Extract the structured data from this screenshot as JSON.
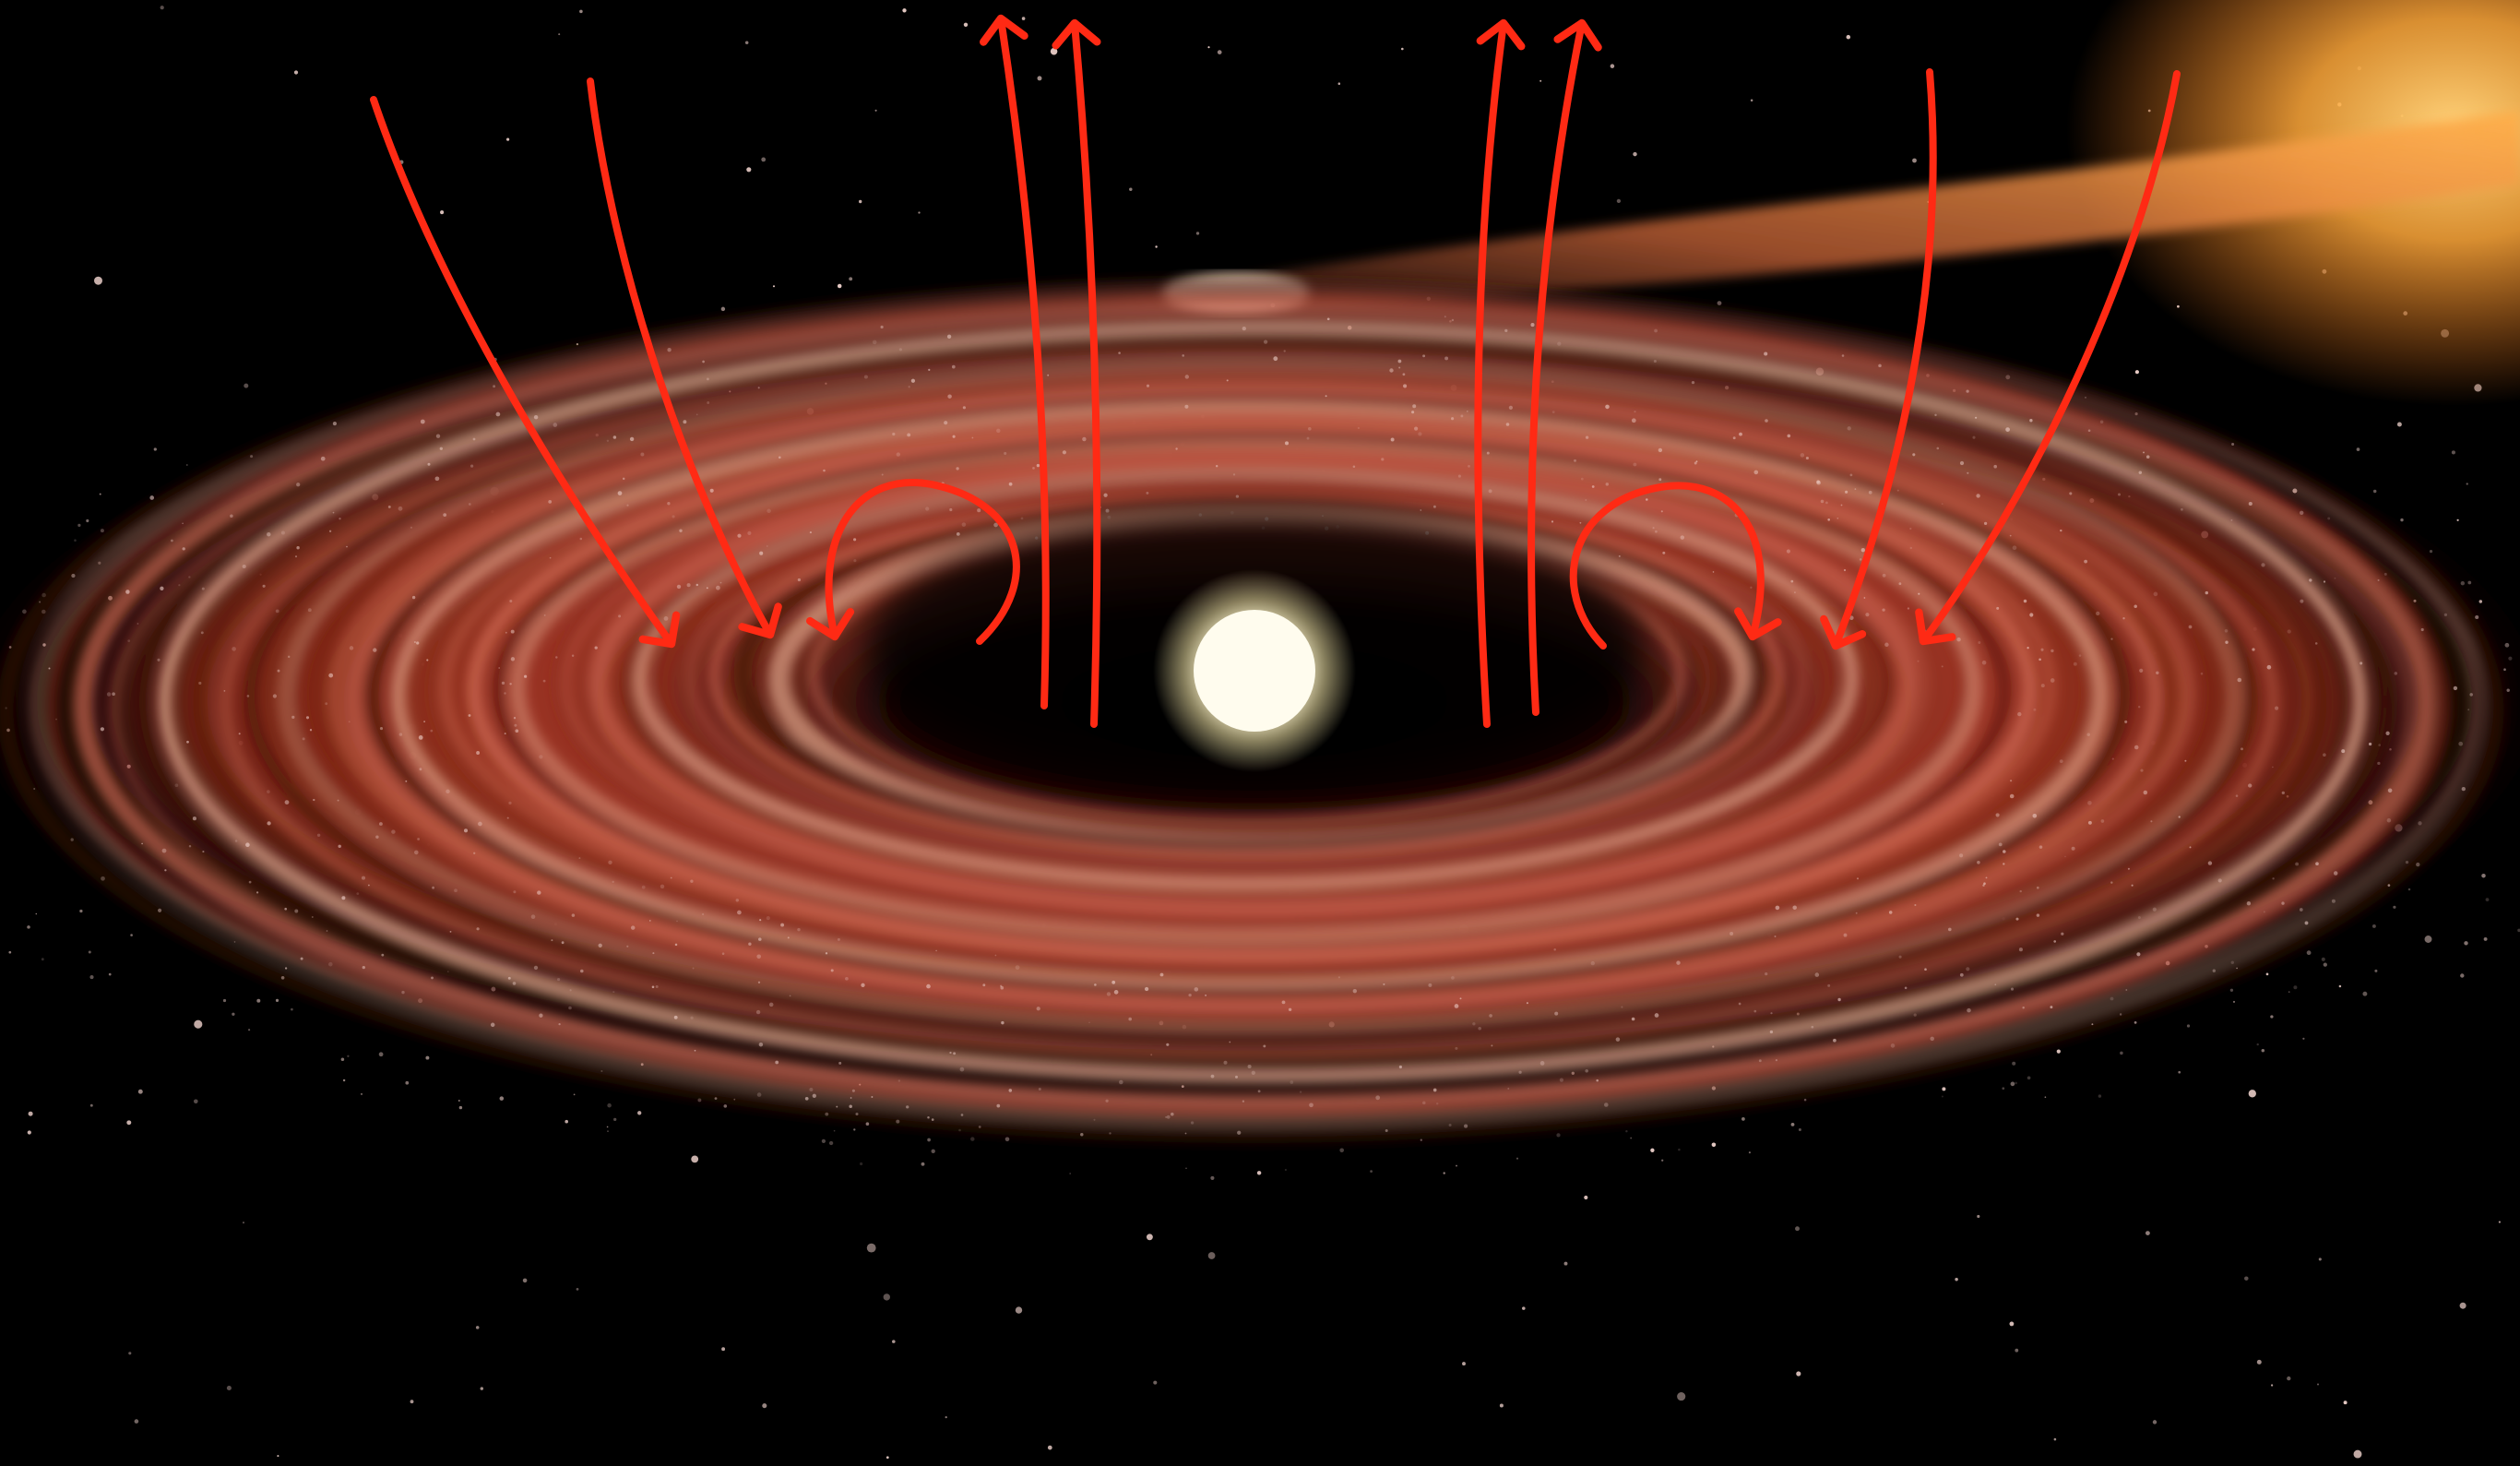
{
  "scene": {
    "subject": "protoplanetary-disk",
    "colors": {
      "space": "#000000",
      "disk_dark": "#3a0e08",
      "disk_mid": "#8a2a1a",
      "disk_bright": "#d8705a",
      "disk_highlight": "#f2b79c",
      "companion_glow": "#ffa83a",
      "star_core": "#fffbea",
      "star_halo": "#fff3c4",
      "arrow": "#ff2a14",
      "background_star": "#f3d6d0"
    },
    "arrows": {
      "inflow_count": 4,
      "outflow_count": 4,
      "loop_count": 2
    }
  }
}
